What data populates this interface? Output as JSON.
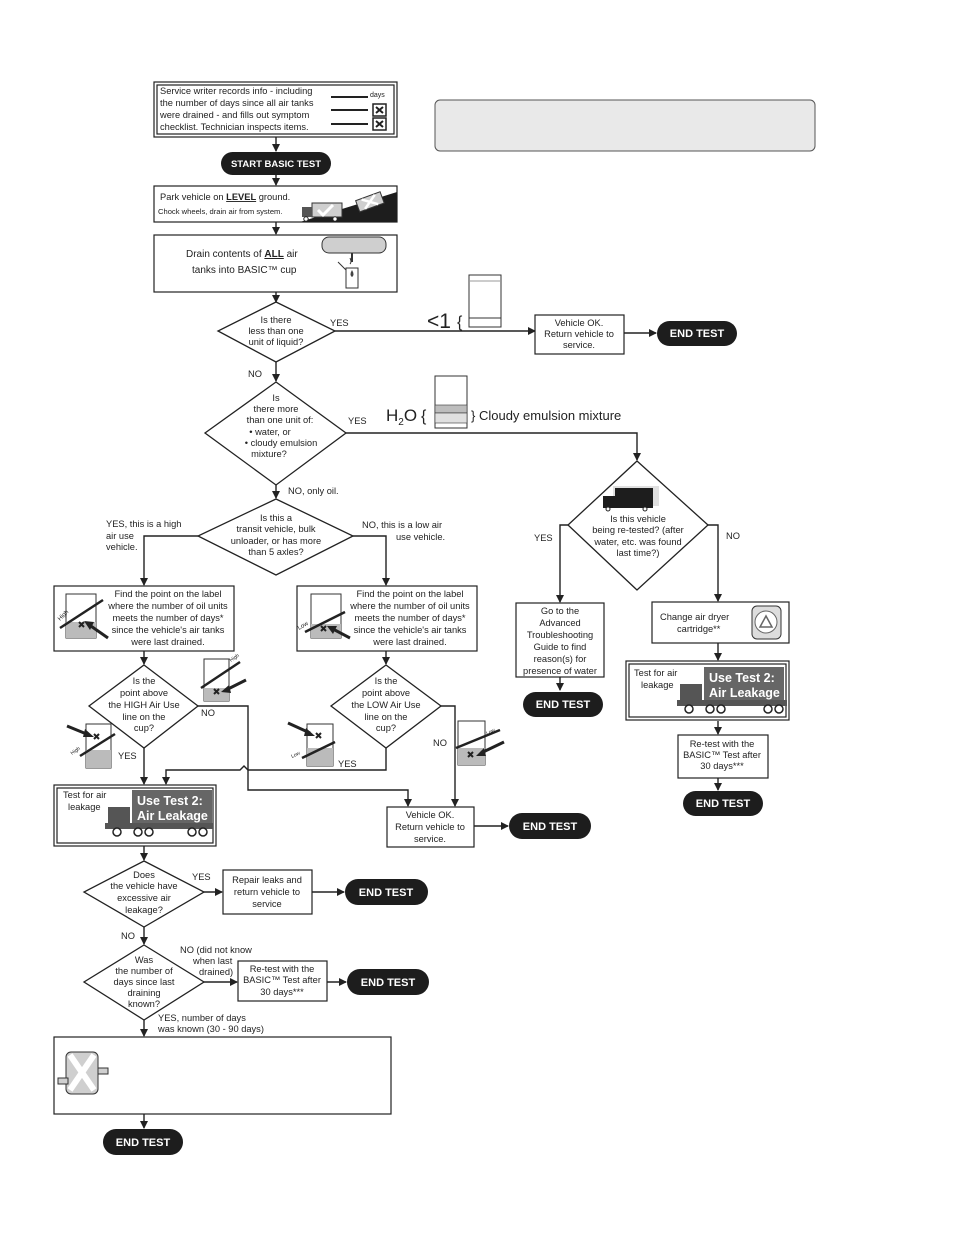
{
  "intake": {
    "lines": [
      "Service writer records info - including",
      "the number of days since all air tanks",
      "were drained - and fills out symptom",
      "checklist. Technician inspects items."
    ],
    "days_label": "days"
  },
  "start_button": "START BASIC TEST",
  "park": {
    "line1_pre": "Park vehicle on ",
    "line1_bold": "LEVEL",
    "line1_post": " ground.",
    "line2": "Chock wheels, drain air from system."
  },
  "drain": {
    "line1_pre": "Drain contents of ",
    "line1_bold": "ALL",
    "line1_post": " air",
    "line2": "tanks into BASIC™ cup"
  },
  "q_less_one": [
    "Is there",
    "less than one",
    "unit of liquid?"
  ],
  "less_one_symbol": "<1",
  "vehicle_ok_top": [
    "Vehicle OK.",
    "Return vehicle to",
    "service."
  ],
  "q_water": [
    "Is",
    "there more",
    "than one unit of:",
    "• water, or",
    "• cloudy emulsion",
    "mixture?"
  ],
  "h2o": {
    "h": "H",
    "sub": "2",
    "o": "O"
  },
  "cloudy_label": "} Cloudy emulsion mixture",
  "q_retest": [
    "Is this vehicle",
    "being re-tested? (after",
    "water, etc. was found",
    "last time?)"
  ],
  "advanced": [
    "Go to the",
    "Advanced",
    "Troubleshooting",
    "Guide to find",
    "reason(s) for",
    "presence of water"
  ],
  "change_dryer": [
    "Change air dryer",
    "cartridge**"
  ],
  "leak_test": {
    "label": [
      "Test for air",
      "leakage"
    ],
    "panel": [
      "Use Test 2:",
      "Air Leakage"
    ]
  },
  "retest_right": [
    "Re-test with the",
    "BASIC™ Test after",
    "30 days***"
  ],
  "q_transit": [
    "Is this a",
    "transit vehicle, bulk",
    "unloader, or has more",
    "than 5 axles?"
  ],
  "find_point": [
    "Find the point on the label",
    "where the number of oil units",
    "meets the number of days*",
    "since the vehicle's air tanks",
    "were last drained."
  ],
  "q_high": [
    "Is the",
    "point above",
    "the HIGH Air Use",
    "line on the",
    "cup?"
  ],
  "q_low": [
    "Is the",
    "point above",
    "the LOW Air Use",
    "line on the",
    "cup?"
  ],
  "vehicle_ok_mid": [
    "Vehicle OK.",
    "Return vehicle to",
    "service."
  ],
  "q_excessive": [
    "Does",
    "the vehicle have",
    "excessive air",
    "leakage?"
  ],
  "repair": [
    "Repair leaks and",
    "return vehicle to",
    "service"
  ],
  "q_days_known": [
    "Was",
    "the number of",
    "days since last",
    "draining",
    "known?"
  ],
  "retest_bottom": [
    "Re-test with the",
    "BASIC™ Test after",
    "30 days***"
  ],
  "end_test": "END TEST",
  "labels": {
    "yes": "YES",
    "no": "NO",
    "no_only_oil": "NO, only oil.",
    "yes_high": [
      "YES, this is a high",
      "air use",
      "vehicle."
    ],
    "no_low": [
      "NO, this is a low air",
      "use vehicle."
    ],
    "no_days": [
      "NO (did not know",
      "when last",
      "drained)"
    ],
    "yes_days": [
      "YES, number of days",
      "was known (30 - 90 days)"
    ],
    "high": "High",
    "low": "Low"
  },
  "icons": [
    "truck-icon",
    "air-tank-icon",
    "cup-icon",
    "dryer-cartridge-icon",
    "recycle-icon"
  ]
}
